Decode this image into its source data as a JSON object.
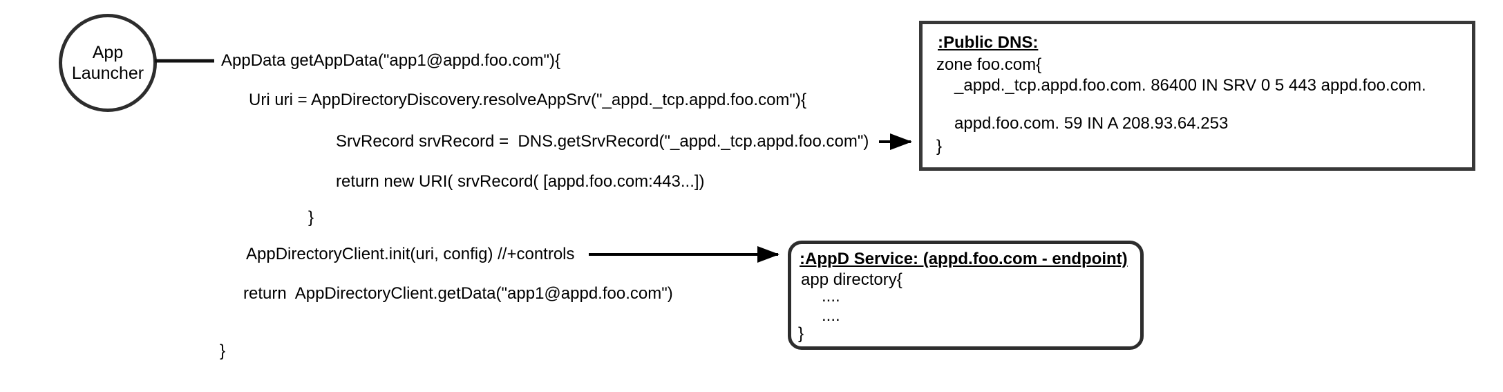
{
  "actor": {
    "line1": "App",
    "line2": "Launcher"
  },
  "code": {
    "line1": "AppData getAppData(\"app1@appd.foo.com\"){",
    "line2": "Uri uri = AppDirectoryDiscovery.resolveAppSrv(\"_appd._tcp.appd.foo.com\"){",
    "line3": "SrvRecord srvRecord =  DNS.getSrvRecord(\"_appd._tcp.appd.foo.com\")",
    "line4": "return new URI( srvRecord( [appd.foo.com:443...])",
    "line5": "}",
    "line6": "AppDirectoryClient.init(uri, config) //+controls",
    "line7": "return  AppDirectoryClient.getData(\"app1@appd.foo.com\")",
    "line8": "}"
  },
  "dns_box": {
    "title": ":Public DNS:",
    "line1": "zone foo.com{",
    "line2": "_appd._tcp.appd.foo.com. 86400 IN SRV 0 5 443 appd.foo.com.",
    "line3": "appd.foo.com. 59 IN A 208.93.64.253",
    "line4": "}"
  },
  "appd_box": {
    "title": ":AppD Service: (appd.foo.com - endpoint)",
    "line1": "app directory{",
    "line2": "....",
    "line3": "....",
    "line4": "}"
  },
  "colors": {
    "stroke": "#2d2d2d",
    "arrow": "#000000",
    "background": "#ffffff",
    "text": "#000000"
  }
}
